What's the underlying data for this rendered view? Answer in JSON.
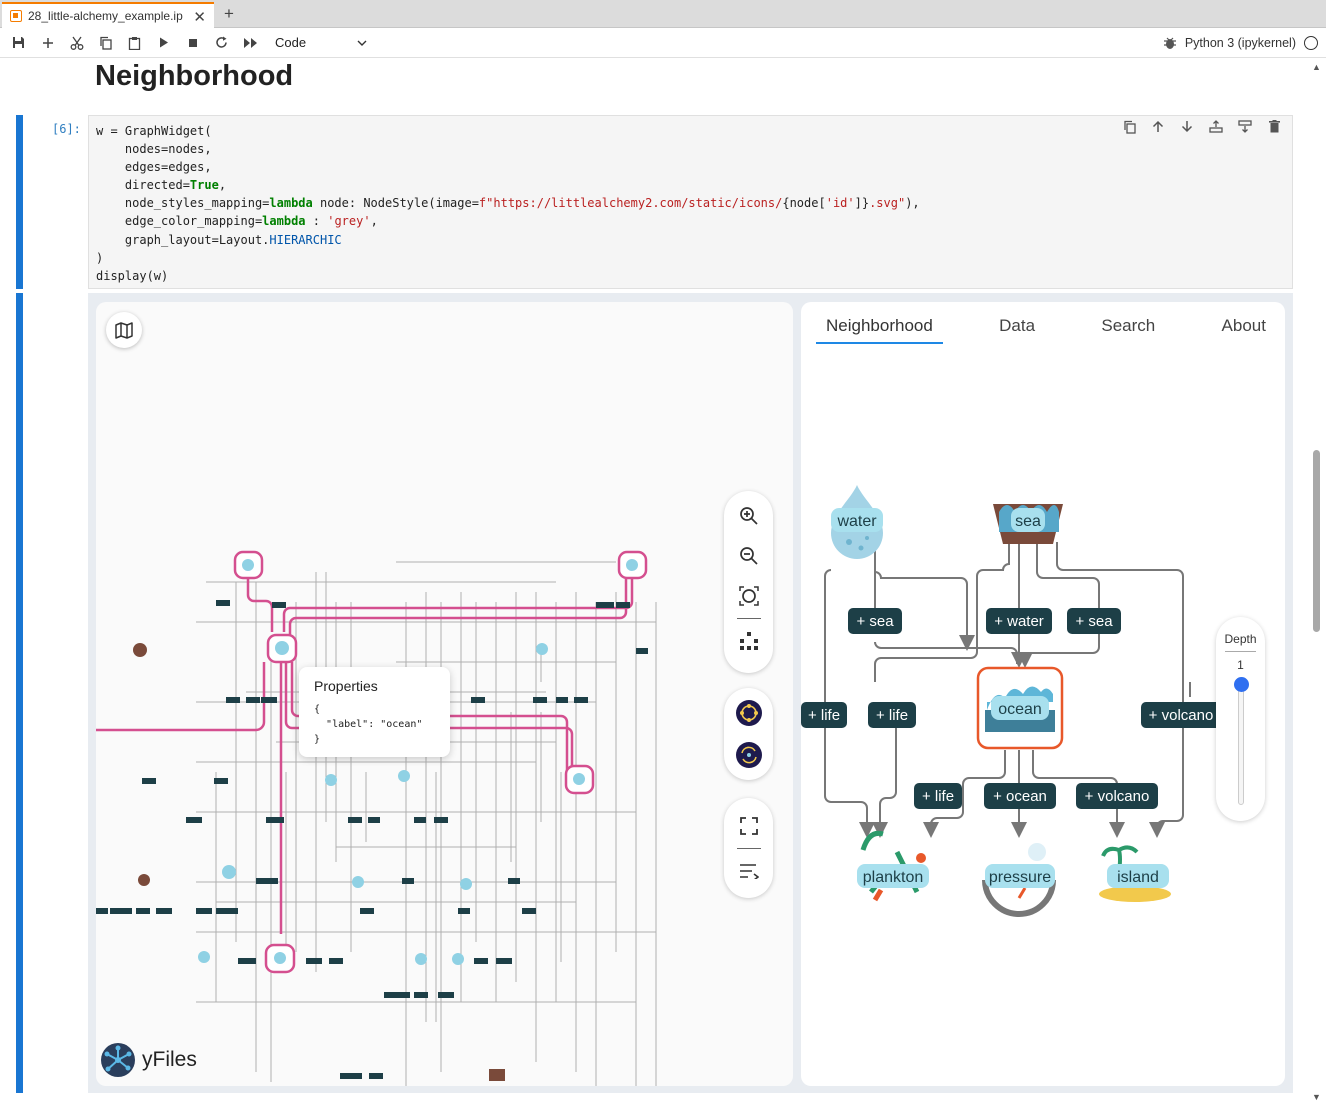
{
  "tab": {
    "title": "28_little-alchemy_example.ip",
    "close_glyph": "✕",
    "new_tab_glyph": "+"
  },
  "toolbar": {
    "buttons": [
      "save-icon",
      "add-cell-icon",
      "cut-icon",
      "copy-icon",
      "paste-icon",
      "run-icon",
      "stop-icon",
      "restart-icon",
      "run-all-icon"
    ],
    "cell_type": "Code",
    "kernel_name": "Python 3 (ipykernel)"
  },
  "notebook": {
    "heading": "Neighborhood",
    "prompt": "[6]:",
    "cell_tools": [
      "duplicate-icon",
      "move-up-icon",
      "move-down-icon",
      "insert-above-icon",
      "insert-below-icon",
      "delete-icon"
    ]
  },
  "widget": {
    "tabs": [
      "Neighborhood",
      "Data",
      "Search",
      "About"
    ],
    "active_tab": "Neighborhood",
    "properties": {
      "title": "Properties",
      "open": "{",
      "line": "\"label\": \"ocean\"",
      "close": "}"
    },
    "brand": "yFiles",
    "depth": {
      "label": "Depth",
      "value": "1",
      "level": 0.0
    },
    "neighborhood": {
      "nodes": [
        "water",
        "sea",
        "ocean",
        "plankton",
        "pressure",
        "island"
      ],
      "edge_labels": [
        "+ sea",
        "+ water",
        "+ sea",
        "+ life",
        "+ life",
        "+ volcano",
        "+ life",
        "+ ocean",
        "+ volcano"
      ],
      "focus": "ocean",
      "focus_color": "#e8582a",
      "label_bg": "#1d3f47",
      "node_label_bg": "#a8e0ee"
    },
    "overview": {
      "highlight_color": "#d44f8f",
      "tiny_labels": [
        "+ sky",
        "+ sea",
        "+ water",
        "+ sea",
        "+ life",
        "+ life",
        "+ earth",
        "+ air",
        "+ fire",
        "+ heat",
        "+ water",
        "+ volcano",
        "+ plant",
        "+ stone",
        "+ lava",
        "+ wind",
        "+ pressure",
        "+ metal",
        "+ glass"
      ]
    }
  }
}
